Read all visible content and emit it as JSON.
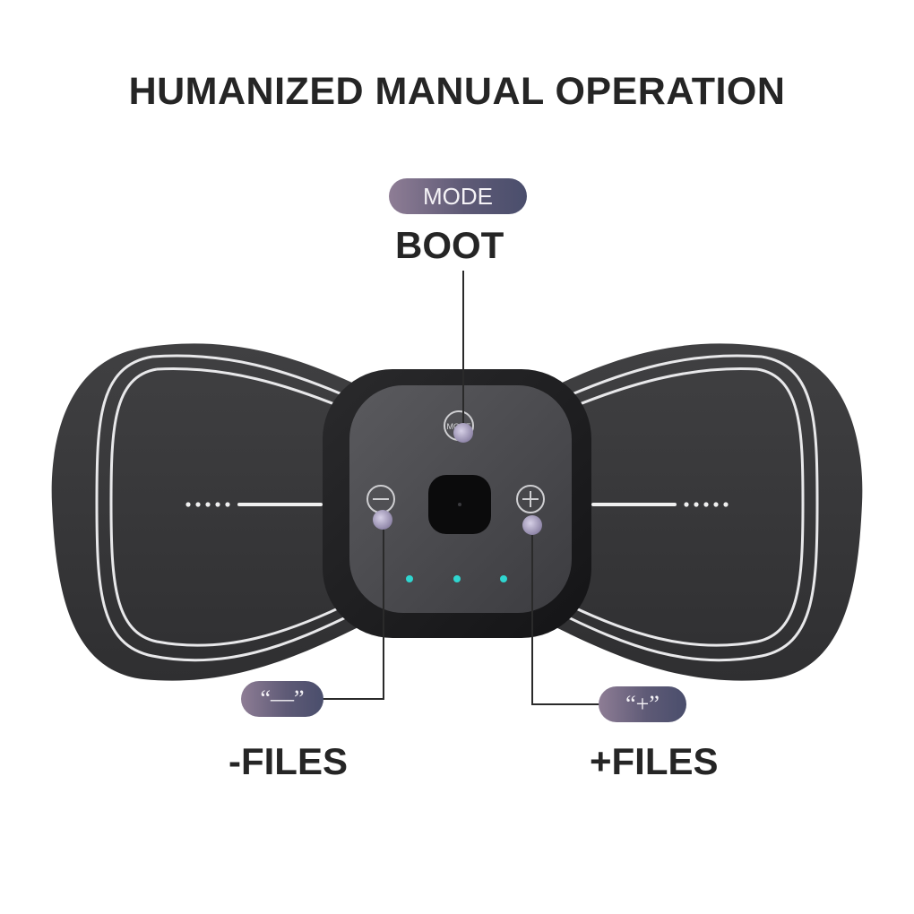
{
  "headline": "HUMANIZED MANUAL OPERATION",
  "callouts": {
    "mode_pill": "MODE",
    "mode_label": "BOOT",
    "minus_pill": "“—”",
    "minus_label": "-FILES",
    "plus_pill": "“+”",
    "plus_label": "+FILES"
  },
  "device": {
    "button_mode_text": "MODE",
    "indicator_lights": 3,
    "indicator_color": "#2fd6d0",
    "body_color": "#3a3a3c",
    "accent_pill_colors": [
      "#8e7d95",
      "#4a4e6c"
    ]
  }
}
